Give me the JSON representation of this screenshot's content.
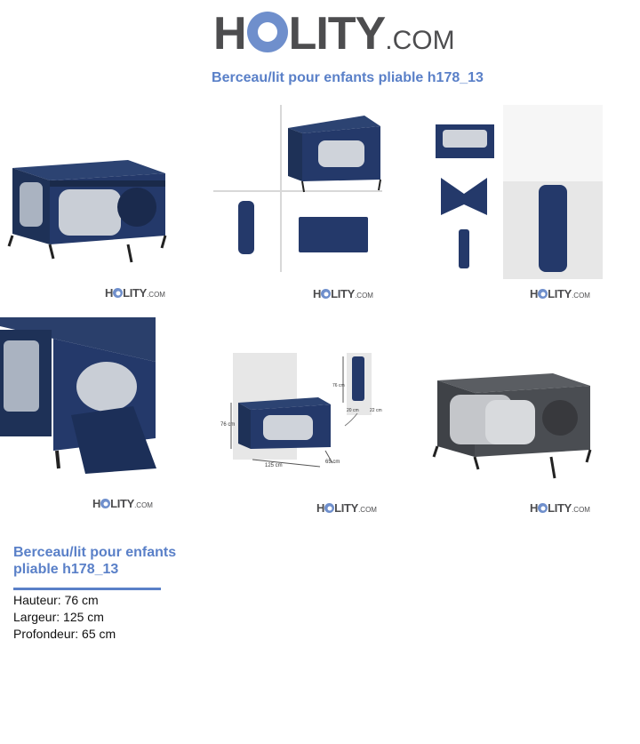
{
  "brand": {
    "name_pre": "H",
    "name_post": "LITY",
    "tld": ".COM"
  },
  "page_title": "Berceau/lit pour enfants pliable h178_13",
  "product": {
    "title": "Berceau/lit pour enfants pliable h178_13",
    "specs": [
      {
        "text": "Hauteur: 76 cm"
      },
      {
        "text": "Largeur: 125 cm"
      },
      {
        "text": "Profondeur: 65 cm"
      }
    ]
  },
  "dimensions": {
    "height": "76 cm",
    "width": "125 cm",
    "depth": "65 cm",
    "fold_h": "76 cm",
    "fold_w": "20 cm",
    "fold_d": "22 cm"
  },
  "colors": {
    "accent": "#5a80c8",
    "navy": "#1f3358",
    "gray": "#4a4d52",
    "logo_gray": "#4d4d4f",
    "logo_o": "#6f8fcc"
  }
}
